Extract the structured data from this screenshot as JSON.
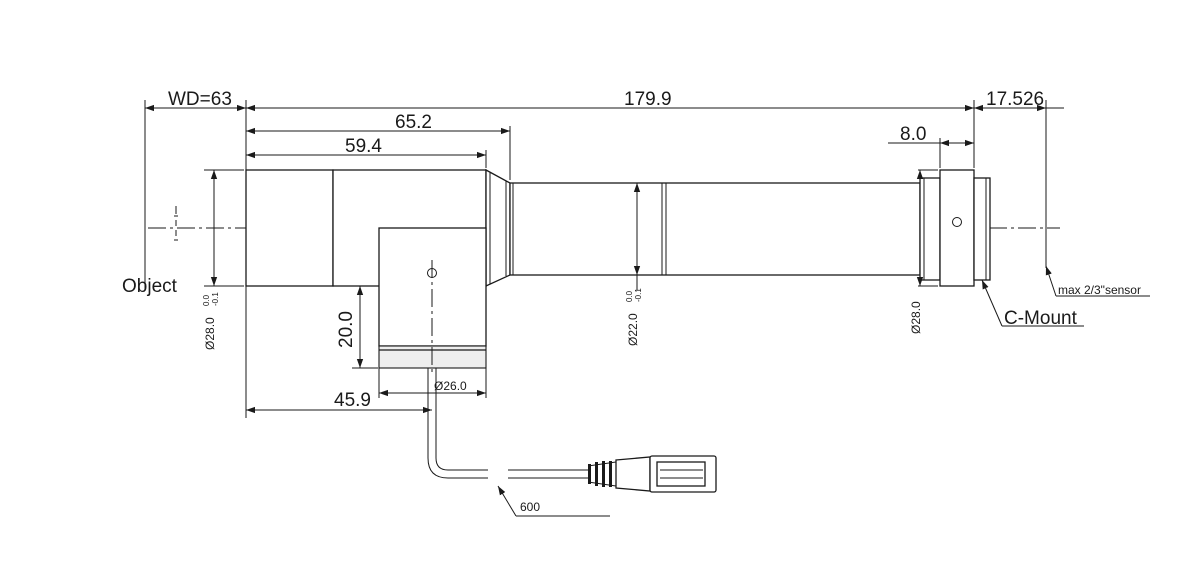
{
  "diagram": {
    "dimensions": {
      "wd": "WD=63",
      "total_length": "179.9",
      "back_focus": "17.526",
      "length_to_prism": "65.2",
      "length_to_step": "59.4",
      "mount_length": "8.0",
      "light_port_height": "20.0",
      "light_port_offset": "45.9",
      "cable_length": "600"
    },
    "diameters": {
      "front": "28.0",
      "tube": "22.0",
      "mount": "28.0",
      "light_port": "26.0"
    },
    "tolerances": {
      "front_upper": "0.0",
      "front_lower": "-0.1",
      "tube_upper": "0.0",
      "tube_lower": "-0.1"
    },
    "labels": {
      "object": "Object",
      "c_mount": "C-Mount",
      "sensor": "max 2/3\"sensor"
    },
    "symbols": {
      "diameter": "Ø"
    }
  }
}
